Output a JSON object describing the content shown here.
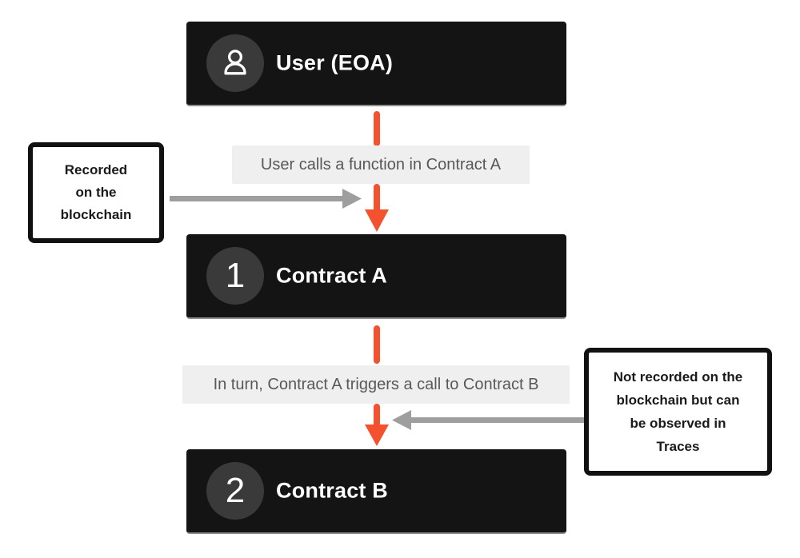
{
  "diagram": {
    "nodes": {
      "user": {
        "title": "User (EOA)",
        "icon": "person-icon"
      },
      "contract_a": {
        "title": "Contract A",
        "number": "1"
      },
      "contract_b": {
        "title": "Contract B",
        "number": "2"
      }
    },
    "edges": {
      "user_to_a": {
        "label": "User calls a function in Contract A"
      },
      "a_to_b": {
        "label": "In turn, Contract A triggers a call to Contract B"
      }
    },
    "notes": {
      "left": {
        "text": "Recorded on the blockchain",
        "lines": [
          "Recorded",
          "on the",
          "blockchain"
        ]
      },
      "right": {
        "text": "Not recorded on the blockchain but can be observed in Traces",
        "lines": [
          "Not recorded on the",
          "blockchain but can",
          "be observed in",
          "Traces"
        ]
      }
    },
    "colors": {
      "panel_background": "#141414",
      "panel_bottom_line": "#8e8e8e",
      "badge_circle": "#3a3a3a",
      "flow_arrow_orange": "#f4512e",
      "note_arrow_gray": "#9e9e9e",
      "edge_label_background": "#efefef",
      "edge_label_text": "#58585a",
      "note_border": "#111111",
      "note_text": "#1a1a1a",
      "title_text": "#ffffff"
    }
  }
}
